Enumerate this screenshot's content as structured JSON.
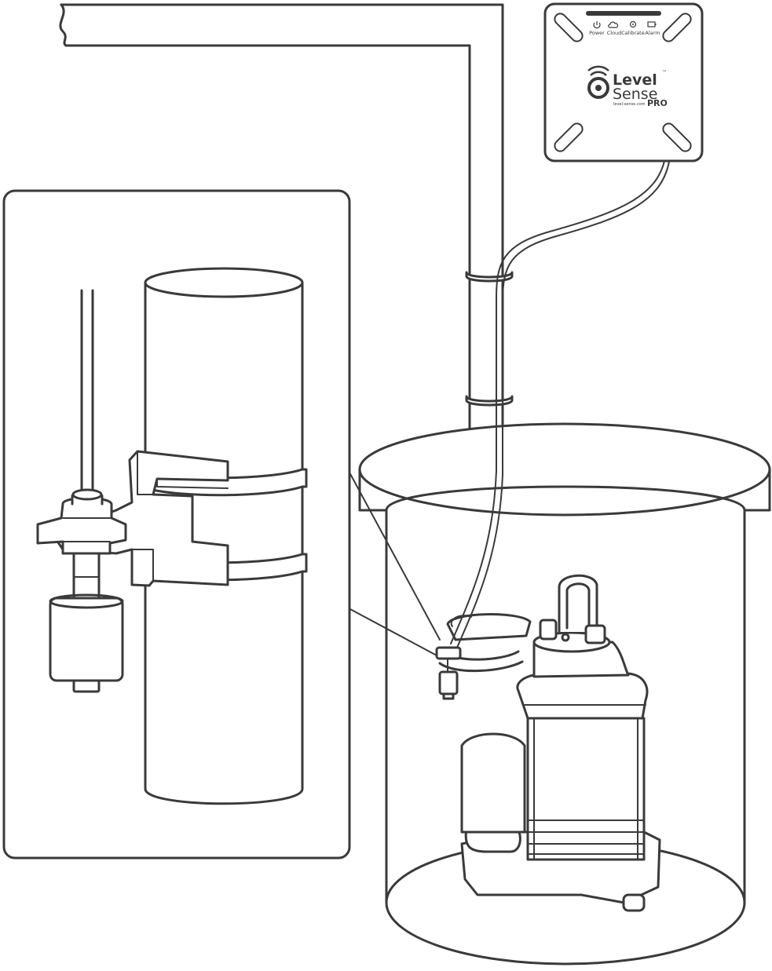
{
  "device": {
    "indicators": [
      {
        "label": "Power",
        "icon": "power-icon"
      },
      {
        "label": "Cloud",
        "icon": "cloud-icon"
      },
      {
        "label": "Calibrate",
        "icon": "calibrate-icon"
      },
      {
        "label": "Alarm",
        "icon": "battery-icon"
      }
    ],
    "brand_line1": "Level",
    "trademark": "™",
    "brand_line2": "Sense",
    "website": "level-sense.com",
    "edition": "PRO"
  },
  "colors": {
    "line": "#3a3a3a",
    "background": "#ffffff"
  }
}
